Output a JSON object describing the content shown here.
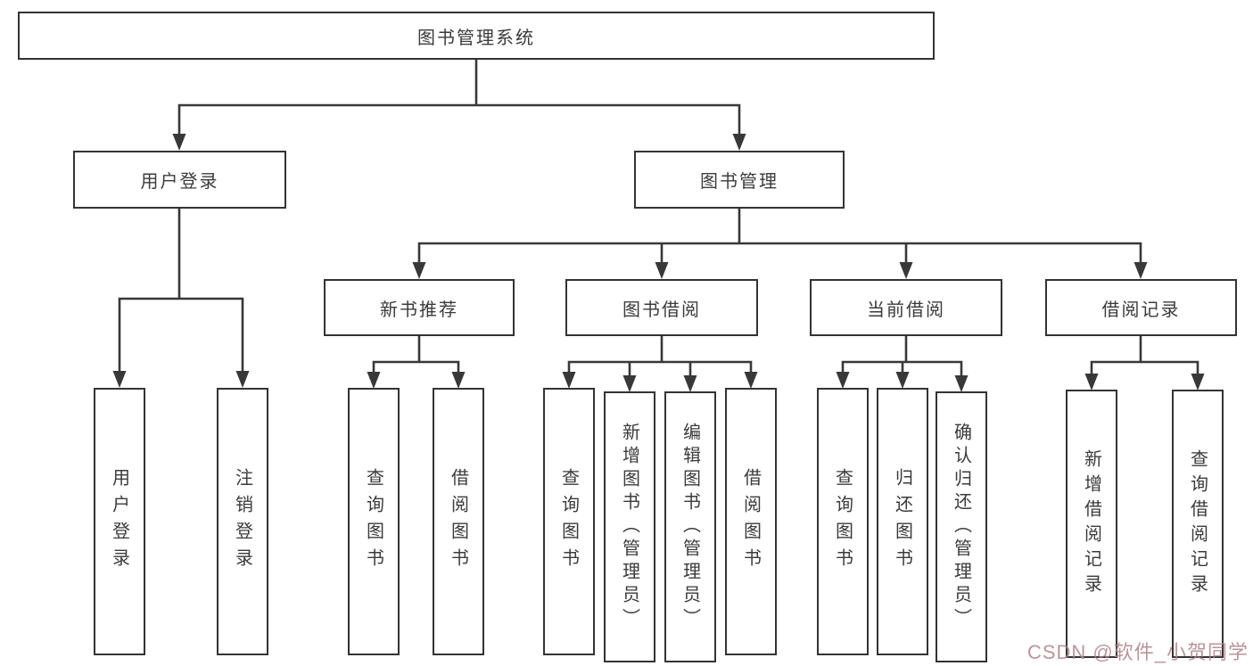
{
  "diagram": {
    "root_label": "图书管理系统",
    "level1": [
      {
        "label": "用户登录",
        "children": [
          "用户登录",
          "注销登录"
        ]
      },
      {
        "label": "图书管理"
      }
    ],
    "level2": [
      {
        "label": "新书推荐",
        "children": [
          "查询图书",
          "借阅图书"
        ]
      },
      {
        "label": "图书借阅",
        "children": [
          "查询图书",
          "新增图书（管理员）",
          "编辑图书（管理员）",
          "借阅图书"
        ]
      },
      {
        "label": "当前借阅",
        "children": [
          "查询图书",
          "归还图书",
          "确认归还（管理员）"
        ]
      },
      {
        "label": "借阅记录",
        "children": [
          "新增借阅记录",
          "查询借阅记录"
        ]
      }
    ],
    "watermark": "CSDN @软件_小贺同学",
    "colors": {
      "line": "#383838",
      "box_border": "#333333",
      "text": "#3b3b3b",
      "background": "#ffffff",
      "watermark": "#ae828a"
    }
  }
}
